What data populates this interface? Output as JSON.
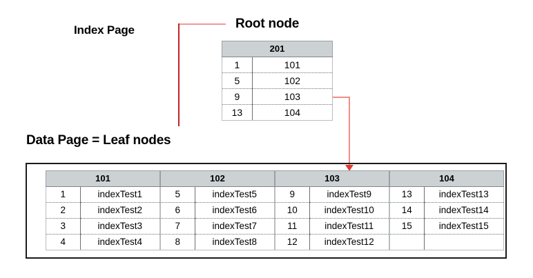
{
  "labels": {
    "index_page": "Index Page",
    "root_node": "Root node",
    "data_page": "Data Page = Leaf nodes"
  },
  "colors": {
    "header_fill": "#ccd1d4",
    "connector_red": "#c22323",
    "arrow_red": "#ef8c87",
    "box_border": "#1a1a1a"
  },
  "root_node": {
    "page_id": "201",
    "rows": [
      {
        "key": "1",
        "pointer": "101"
      },
      {
        "key": "5",
        "pointer": "102"
      },
      {
        "key": "9",
        "pointer": "103"
      },
      {
        "key": "13",
        "pointer": "104"
      }
    ]
  },
  "leaf_nodes": [
    {
      "page_id": "101",
      "rows": [
        {
          "key": "1",
          "value": "indexTest1"
        },
        {
          "key": "2",
          "value": "indexTest2"
        },
        {
          "key": "3",
          "value": "indexTest3"
        },
        {
          "key": "4",
          "value": "indexTest4"
        }
      ]
    },
    {
      "page_id": "102",
      "rows": [
        {
          "key": "5",
          "value": "indexTest5"
        },
        {
          "key": "6",
          "value": "indexTest6"
        },
        {
          "key": "7",
          "value": "indexTest7"
        },
        {
          "key": "8",
          "value": "indexTest8"
        }
      ]
    },
    {
      "page_id": "103",
      "rows": [
        {
          "key": "9",
          "value": "indexTest9"
        },
        {
          "key": "10",
          "value": "indexTest10"
        },
        {
          "key": "11",
          "value": "indexTest11"
        },
        {
          "key": "12",
          "value": "indexTest12"
        }
      ]
    },
    {
      "page_id": "104",
      "rows": [
        {
          "key": "13",
          "value": "indexTest13"
        },
        {
          "key": "14",
          "value": "indexTest14"
        },
        {
          "key": "15",
          "value": "indexTest15"
        },
        {
          "key": "",
          "value": ""
        }
      ]
    }
  ],
  "connectors": [
    {
      "name": "index-page-pointer",
      "from": "index-page-label",
      "to": "root-node-table",
      "style": "elbow"
    },
    {
      "name": "root-to-leaf-103",
      "from": "root-node-row-103",
      "to": "leaf-node-103",
      "style": "arrow"
    }
  ]
}
